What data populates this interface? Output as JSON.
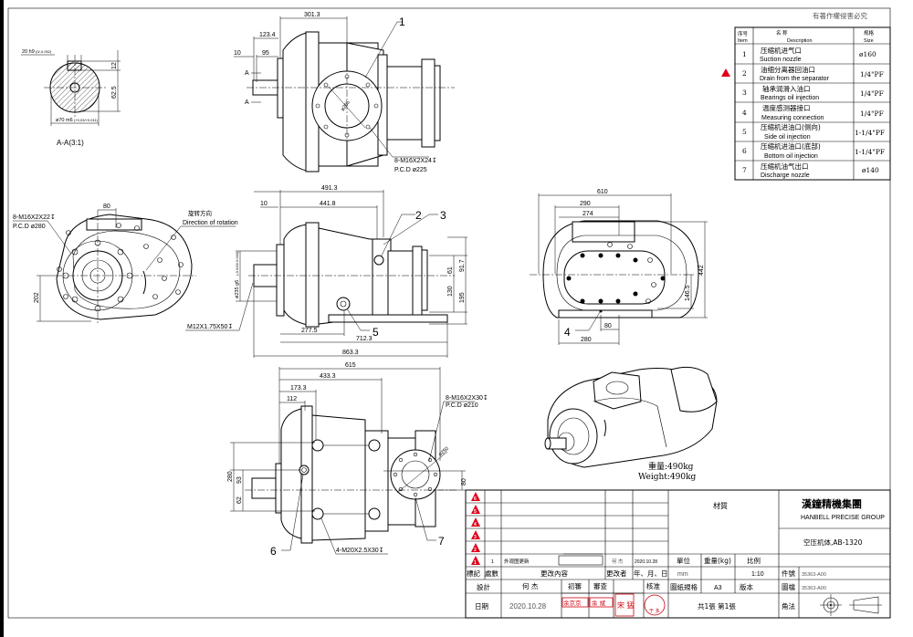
{
  "copyright": "有著作權侵害必究",
  "parts_table": {
    "headers": {
      "item_cn": "序号",
      "item_en": "Item",
      "desc_cn": "名          称",
      "desc_en": "Description",
      "size_cn": "规格",
      "size_en": "Size"
    },
    "rows": [
      {
        "item": "1",
        "cn": "压缩机进气口",
        "en": "Suction nozzle",
        "size": "ø160"
      },
      {
        "item": "2",
        "cn": "油细分离器回油口",
        "en": "Drain from the separator",
        "size": "1/4\"PF"
      },
      {
        "item": "3",
        "cn": "轴承润滑入油口",
        "en": "Bearings oil injection",
        "size": "1/4\"PF"
      },
      {
        "item": "4",
        "cn": "温度感测器接口",
        "en": "Measuring connection",
        "size": "1/4\"PF"
      },
      {
        "item": "5",
        "cn": "压缩机进油口(侧向)",
        "en": "Side oil injection",
        "size": "1-1/4\"PF"
      },
      {
        "item": "6",
        "cn": "压缩机进油口(底部)",
        "en": "Bottom oil injection",
        "size": "1-1/4\"PF"
      },
      {
        "item": "7",
        "cn": "压缩机油气出口",
        "en": "Discharge nozzle",
        "size": "ø140"
      }
    ]
  },
  "section_view": {
    "key": "20 h9",
    "key_tol": "(0/-0.052)",
    "d12": "12",
    "d625": "62.5",
    "shaft": "ø70 m6",
    "shaft_tol": "(+0.03/+0.011)",
    "label": "A-A(3:1)"
  },
  "top_view": {
    "d3013": "301.3",
    "d1234": "123.4",
    "d10": "10",
    "d95": "95",
    "a1": "A",
    "a2": "A",
    "callout1": "1",
    "bolts": "8-M16X2X24↧",
    "pcd": "P.C.D ø225",
    "dia": "ø265"
  },
  "front_view": {
    "bolts": "8-M16X2X22↧",
    "pcd": "P.C.D ø280",
    "d80": "80",
    "rot_cn": "旋转方向",
    "rot_en": "Direction of rotation",
    "d202": "202"
  },
  "side_view": {
    "d4913": "491.3",
    "d4418": "441.8",
    "d10": "10",
    "c2": "2",
    "c3": "3",
    "shaft": "ø235 g6",
    "shaft_tol": "(-0.015/-0.044)",
    "thread": "M12X1.75X50↧",
    "d2775": "277.5",
    "c5": "5",
    "d7123": "712.3",
    "d8633": "863.3",
    "d61": "61",
    "d917": "91.7",
    "d130": "130",
    "d195": "195"
  },
  "end_view": {
    "d610": "610",
    "d290": "290",
    "d274": "274",
    "d442": "442",
    "d1465": "146.5",
    "c4": "4",
    "d80": "80",
    "d280": "280"
  },
  "bottom_view": {
    "d615": "615",
    "d4333": "433.3",
    "d1733": "173.3",
    "d112": "112",
    "bolts": "8-M16X2X30↧",
    "pcd": "P.C.D ø210",
    "dia": "ø250",
    "d280": "280",
    "d93": "93",
    "d62": "62",
    "d80": "80",
    "c6": "6",
    "c7": "7",
    "bolts2": "4-M20X2.5X30↧"
  },
  "weight": {
    "cn": "重量:490kg",
    "en": "Weight:490kg"
  },
  "title_block": {
    "rev_marks": [
      "6",
      "5",
      "4",
      "3",
      "2",
      "1"
    ],
    "revision": {
      "count": "1",
      "content": "外观图更新",
      "by": "何 杰",
      "date": "2020.10.28"
    },
    "headers": {
      "mark": "標記",
      "count": "處數",
      "content": "更改內容",
      "by": "更改者",
      "date": "年、月、日"
    },
    "material_label": "材質",
    "unit_label": "單位",
    "weight_label": "重量(kg)",
    "scale_label": "比例",
    "unit": "mm",
    "scale": "1:10",
    "company_cn": "漢鐘精機集團",
    "company_en": "HANBELL PRECISE GROUP",
    "part_name": "空压机体,AB-1320",
    "part_no_label": "件號",
    "part_no": "35363-A00",
    "design_label": "設計",
    "designer": "何 杰",
    "first_review_label": "初審",
    "review_label": "審查",
    "approve_label": "核准",
    "paper_label": "圖紙規格",
    "paper": "A3",
    "version_label": "版本",
    "file_label": "圖檔",
    "file": "35363-A00",
    "date_label": "日期",
    "date": "2020.10.28",
    "stamp1": "余京京",
    "stamp2": "余 斌",
    "stamp3": "宋 猛",
    "stamp4": "于 多",
    "sheets": "共1張  第1張",
    "angle_label": "角法"
  }
}
